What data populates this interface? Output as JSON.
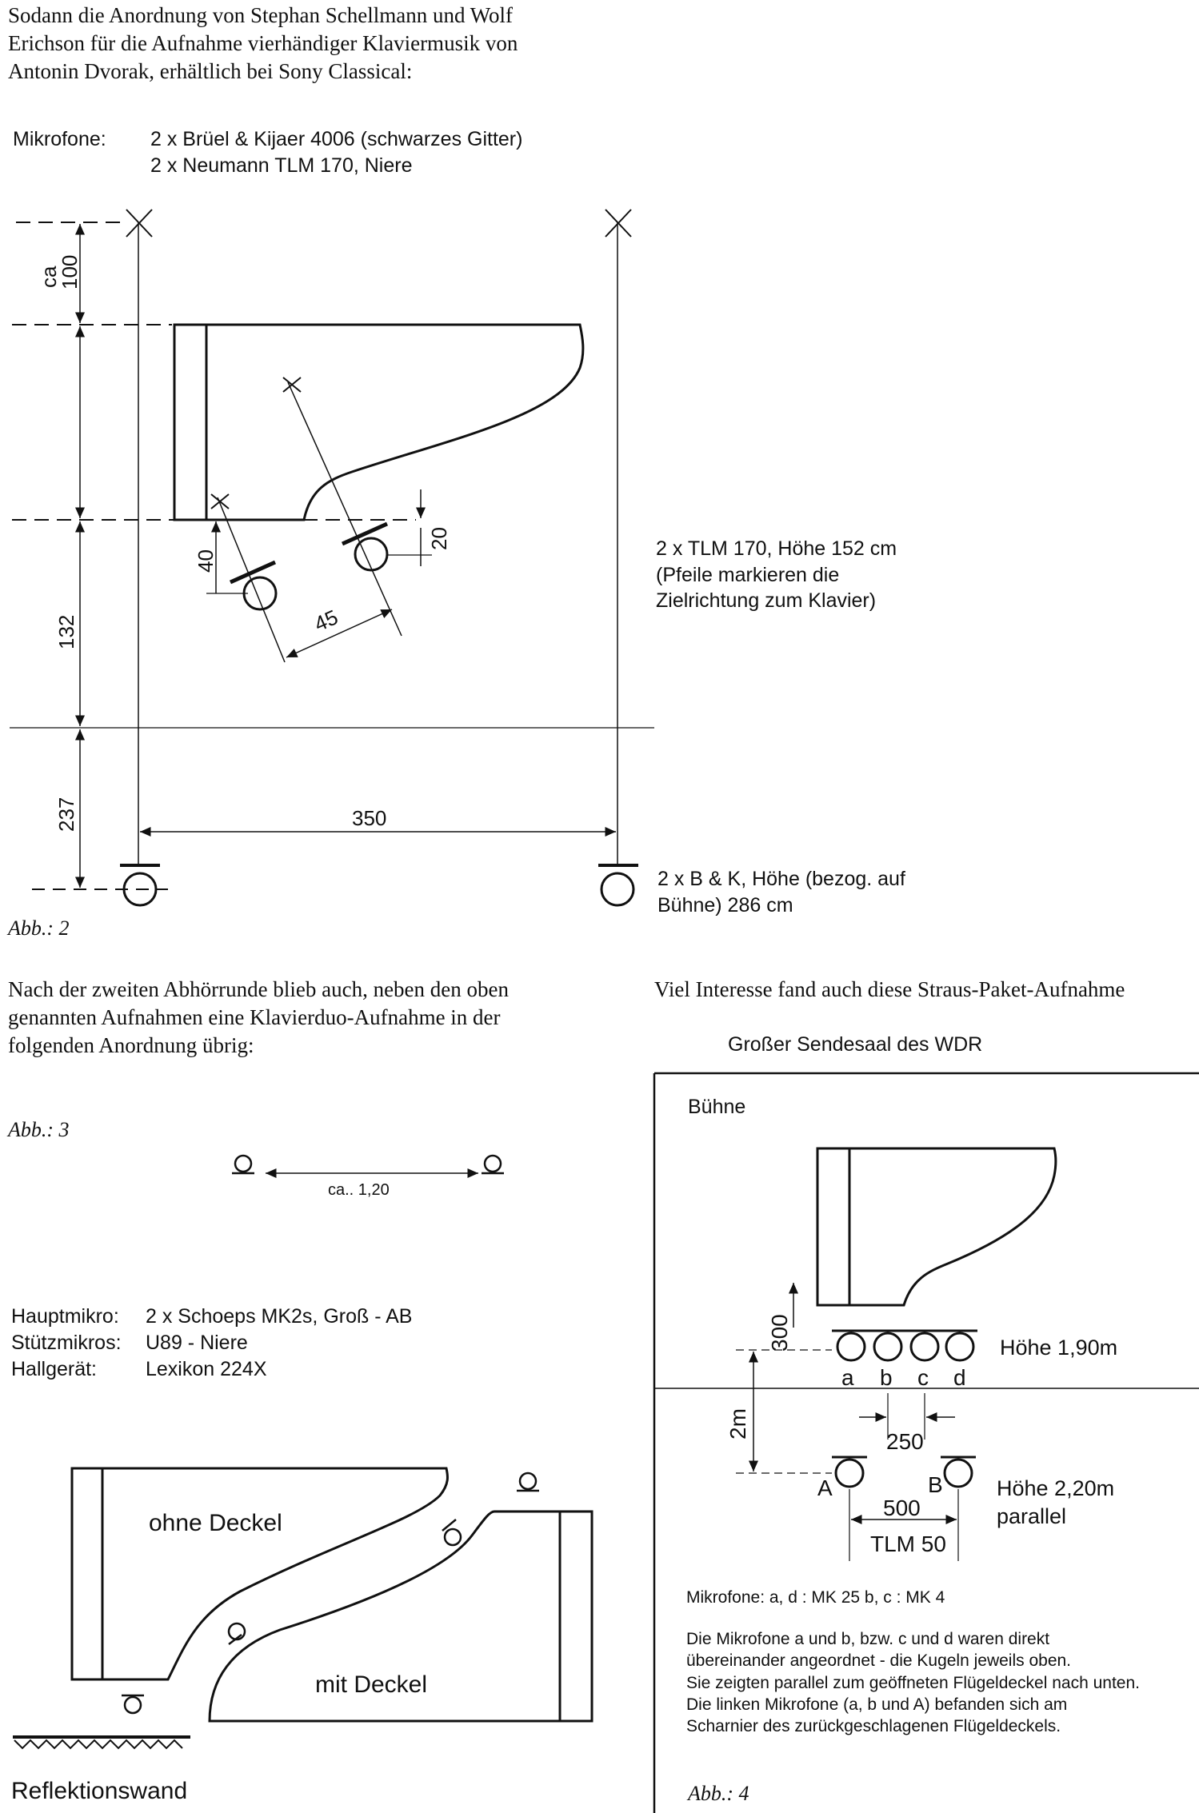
{
  "intro_paragraph": "Sodann die Anordnung von Stephan Schellmann und Wolf\nErichson für die Aufnahme vierhändiger Klaviermusik von\nAntonin Dvorak, erhältlich bei Sony Classical:",
  "fig2": {
    "mic_label": "Mikrofone:",
    "mic_list": "2 x Brüel & Kijaer 4006 (schwarzes Gitter)\n2 x Neumann TLM 170, Niere",
    "dim_ca": "ca",
    "dim_100": "100",
    "dim_132": "132",
    "dim_237": "237",
    "dim_40": "40",
    "dim_20": "20",
    "dim_45": "45",
    "dim_350": "350",
    "tlm_note": "2 x TLM 170, Höhe 152 cm\n(Pfeile markieren die\nZielrichtung zum Klavier)",
    "bk_note": "2 x B & K, Höhe (bezog. auf\nBühne) 286 cm",
    "caption": "Abb.: 2"
  },
  "left_paragraph": "Nach der zweiten Abhörrunde blieb auch, neben den oben\ngenannten Aufnahmen eine Klavierduo-Aufnahme in der\nfolgenden Anordnung übrig:",
  "right_heading": "Viel Interesse fand auch diese Straus-Paket-Aufnahme",
  "fig3": {
    "caption": "Abb.: 3",
    "distance": "ca.. 1,20",
    "label_haupt": "Hauptmikro:",
    "label_stuetz": "Stützmikros:",
    "label_hall": "Hallgerät:",
    "value_haupt": "2 x Schoeps MK2s, Groß - AB",
    "value_stuetz": "U89 - Niere",
    "value_hall": "Lexikon 224X",
    "piano1": "ohne Deckel",
    "piano2": "mit Deckel",
    "wall": "Reflektionswand"
  },
  "fig4": {
    "hall_title": "Großer Sendesaal des WDR",
    "stage": "Bühne",
    "dim_300": "300",
    "dim_2m": "2m",
    "mic_a": "a",
    "mic_b": "b",
    "mic_c": "c",
    "mic_d": "d",
    "height_1": "Höhe 1,90m",
    "dim_250": "250",
    "mic_A": "A",
    "mic_B": "B",
    "dim_500": "500",
    "tlm": "TLM 50",
    "height_2": "Höhe 2,20m\nparallel",
    "mics_line": "Mikrofone: a, d  :  MK  25      b, c  :  MK  4",
    "description": "Die Mikrofone a und b, bzw. c und d waren direkt\nübereinander angeordnet - die Kugeln jeweils oben.\nSie zeigten parallel zum geöffneten Flügeldeckel nach unten.\nDie linken Mikrofone (a, b und A) befanden sich am\nScharnier des zurückgeschlagenen Flügeldeckels.",
    "caption": "Abb.: 4"
  }
}
